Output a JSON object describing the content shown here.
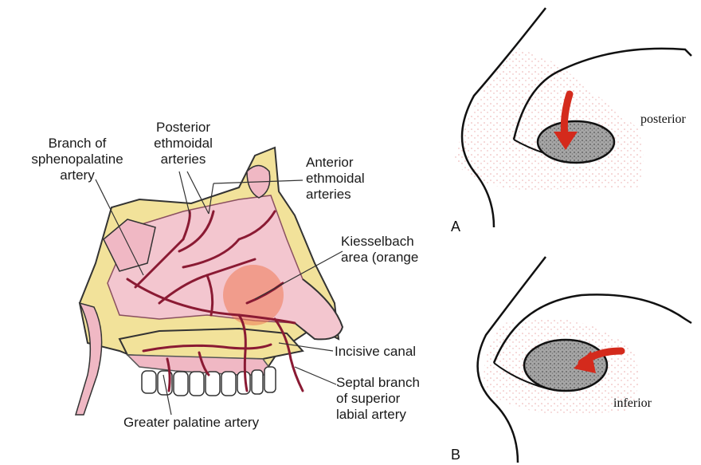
{
  "anatomy": {
    "labels": {
      "branch_spheno_1": "Branch of",
      "branch_spheno_2": "sphenopalatine",
      "branch_spheno_3": "artery",
      "post_eth_1": "Posterior",
      "post_eth_2": "ethmoidal",
      "post_eth_3": "arteries",
      "ant_eth_1": "Anterior",
      "ant_eth_2": "ethmoidal",
      "ant_eth_3": "arteries",
      "kiessel_1": "Kiesselbach",
      "kiessel_2": "area (orange",
      "incisive": "Incisive canal",
      "septal_1": "Septal branch",
      "septal_2": "of superior",
      "septal_3": "labial artery",
      "greater_palatine": "Greater palatine artery"
    }
  },
  "panels": [
    {
      "letter": "A",
      "direction": "posterior"
    },
    {
      "letter": "B",
      "direction": "inferior"
    }
  ],
  "colors": {
    "artery": "#8a1a33",
    "mucosa": "#f3c6cf",
    "bone": "#f2e29a",
    "kiesselbach": "#ef7a55",
    "arrow": "#d42a1c",
    "stipple": "#e8a0a0",
    "packing": "#9a9a9a"
  }
}
